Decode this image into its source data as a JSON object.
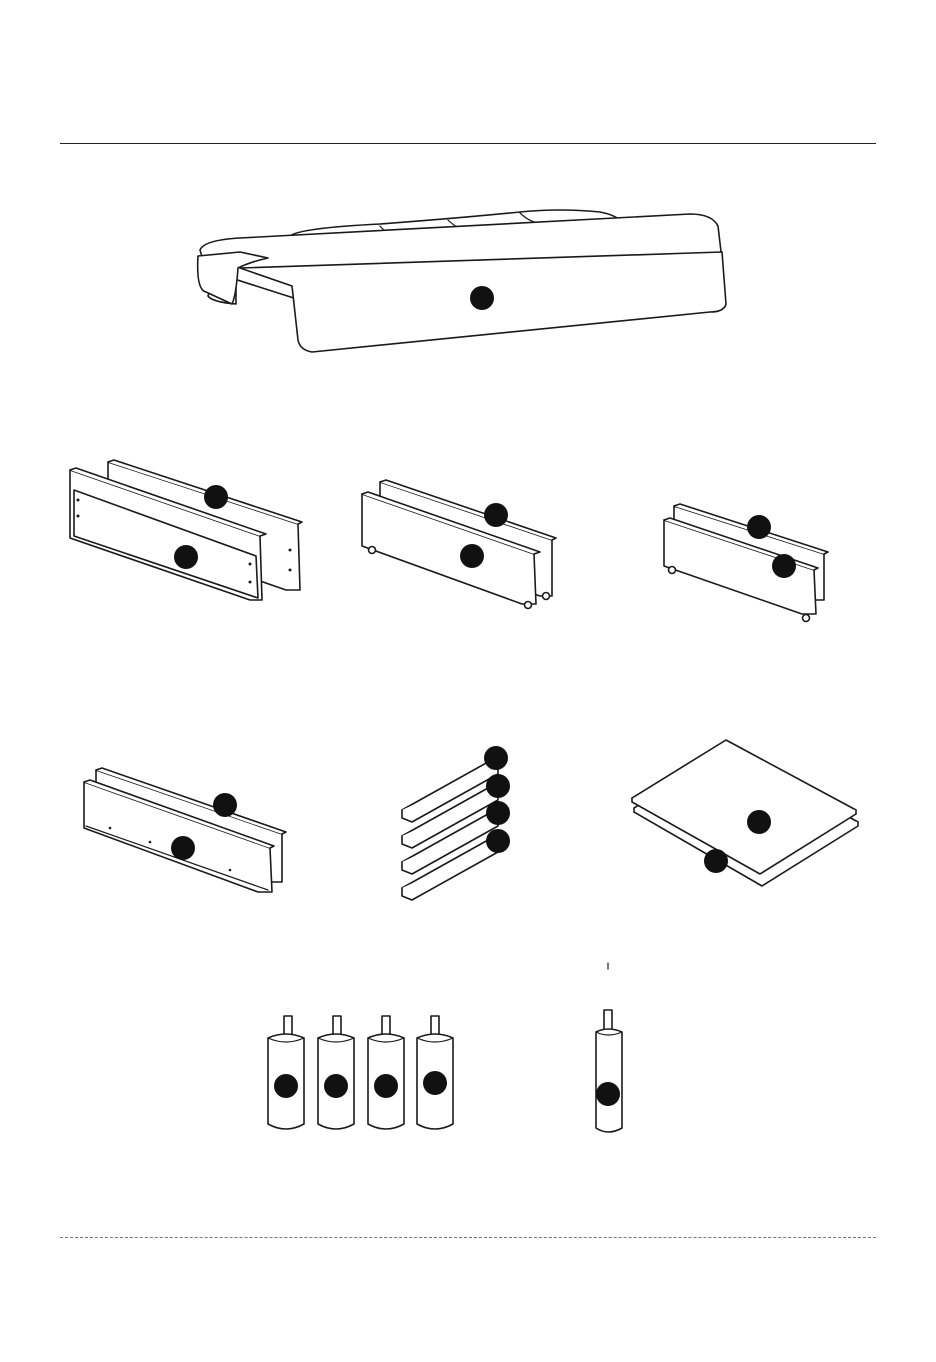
{
  "sheet": {
    "line_color": "#1a1a1a",
    "marker_color": "#111111",
    "background": "#ffffff"
  },
  "parts": [
    {
      "id": "mattress",
      "markers": 1
    },
    {
      "id": "long-panels-pair",
      "markers": 2
    },
    {
      "id": "panels-with-castors-pair",
      "markers": 2
    },
    {
      "id": "short-panels-with-castors-pair",
      "markers": 2
    },
    {
      "id": "short-panels-pair",
      "markers": 2
    },
    {
      "id": "slats",
      "markers": 4
    },
    {
      "id": "boards-pair",
      "markers": 2
    },
    {
      "id": "legs-set",
      "markers": 4
    },
    {
      "id": "single-leg",
      "markers": 1
    }
  ]
}
